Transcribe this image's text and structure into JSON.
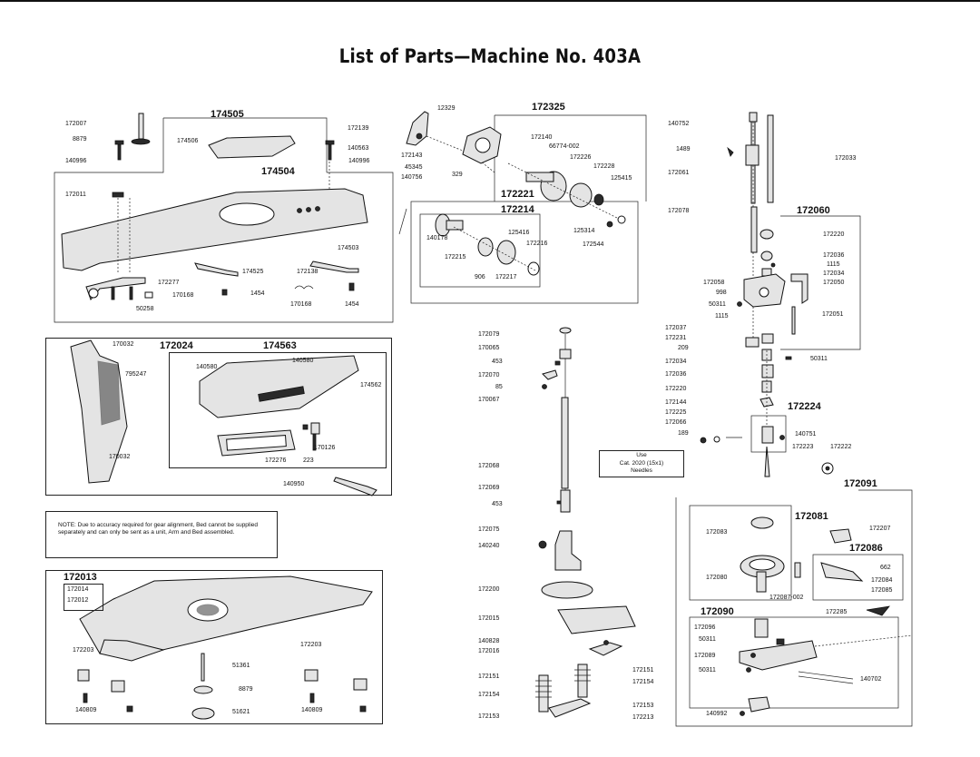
{
  "title": "List of Parts—Machine No. 403A",
  "note": {
    "text": "NOTE: Due to accuracy required for gear alignment, Bed cannot be supplied separately and can only be sent as a unit, Arm and Bed assembled."
  },
  "needle_box": {
    "line1": "Use",
    "line2": "Cat. 2020 (15x1)",
    "line3": "Needles"
  },
  "assemblies": {
    "a174505": "174505",
    "a174504": "174504",
    "a172325": "172325",
    "a172221": "172221",
    "a172214": "172214",
    "a172060": "172060",
    "a172024": "172024",
    "a174563": "174563",
    "a172224": "172224",
    "a172091": "172091",
    "a172081": "172081",
    "a172086": "172086",
    "a172090": "172090",
    "a172013": "172013"
  },
  "labels": {
    "l01": "172007",
    "l02": "8879",
    "l03": "140996",
    "l04": "172011",
    "l05": "174506",
    "l06": "140563",
    "l07": "140996",
    "l08": "172139",
    "l09": "12329",
    "l10": "172143",
    "l11": "45345",
    "l12": "140756",
    "l13": "329",
    "l14": "172140",
    "l15": "66774-002",
    "l16": "172226",
    "l17": "172228",
    "l18": "125415",
    "l19": "174503",
    "l20": "174525",
    "l21": "172138",
    "l22": "172277",
    "l23": "170168",
    "l24": "1454",
    "l25": "170168",
    "l26": "1454",
    "l27": "50258",
    "l28": "140178",
    "l29": "125416",
    "l30": "172216",
    "l31": "172215",
    "l32": "906",
    "l33": "172217",
    "l34": "125314",
    "l35": "172544",
    "l36": "140752",
    "l37": "1489",
    "l38": "172061",
    "l39": "172033",
    "l40": "172078",
    "l41": "172220",
    "l42": "172036",
    "l43": "1115",
    "l44": "172034",
    "l45": "172050",
    "l46": "172058",
    "l47": "998",
    "l48": "50311",
    "l49": "1115",
    "l50": "172051",
    "l51": "170032",
    "l52": "795247",
    "l53": "170032",
    "l54": "140580",
    "l55": "140580",
    "l56": "174562",
    "l57": "170126",
    "l58": "172276",
    "l59": "223",
    "l60": "140950",
    "l61": "172079",
    "l62": "170065",
    "l63": "453",
    "l64": "172070",
    "l65": "85",
    "l66": "170067",
    "l67": "172068",
    "l68": "172069",
    "l69": "453",
    "l70": "172075",
    "l71": "140240",
    "l72": "172200",
    "l73": "172015",
    "l74": "140828",
    "l75": "172016",
    "l76": "172151",
    "l77": "172154",
    "l78": "172153",
    "l79": "172151",
    "l80": "172154",
    "l81": "172153",
    "l82": "172213",
    "l83": "172037",
    "l84": "172231",
    "l85": "209",
    "l86": "172034",
    "l87": "172036",
    "l88": "172220",
    "l89": "172144",
    "l90": "172225",
    "l91": "172066",
    "l92": "189",
    "l93": "140751",
    "l94": "172223",
    "l95": "172222",
    "l96": "50311",
    "l97": "172083",
    "l98": "172207",
    "l99": "662",
    "l100": "172084",
    "l101": "172085",
    "l102": "172080",
    "l103": "172087-002",
    "l104": "172285",
    "l105": "172096",
    "l106": "50311",
    "l107": "172089",
    "l108": "50311",
    "l109": "140702",
    "l110": "140992",
    "l111": "172014",
    "l112": "172012",
    "l113": "172203",
    "l114": "51361",
    "l115": "172203",
    "l116": "8879",
    "l117": "140809",
    "l118": "51621",
    "l119": "140809"
  }
}
